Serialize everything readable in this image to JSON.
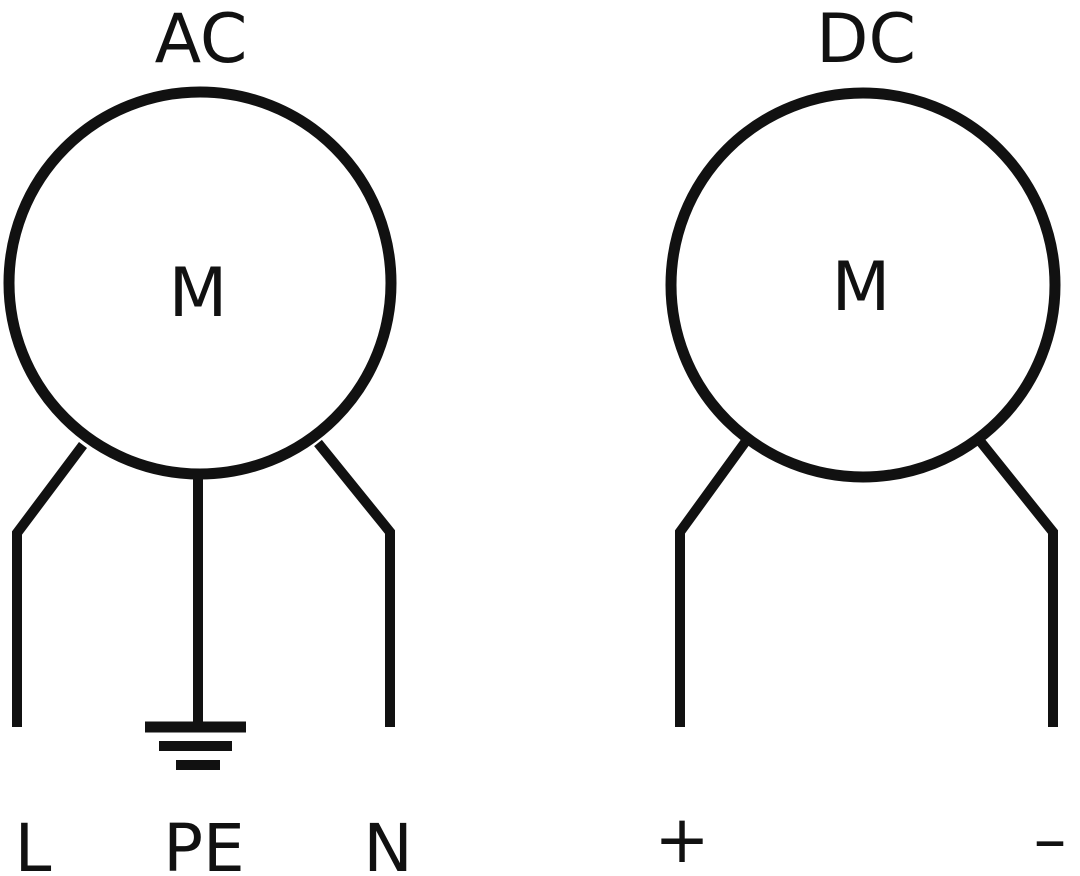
{
  "colors": {
    "stroke": "#111111",
    "background": "#ffffff"
  },
  "motors": [
    {
      "id": "ac",
      "title": "AC",
      "symbol": "M",
      "terminals": [
        "L",
        "PE",
        "N"
      ]
    },
    {
      "id": "dc",
      "title": "DC",
      "symbol": "M",
      "terminals": [
        "+",
        "–"
      ]
    }
  ],
  "icons": {
    "ground": "ground-symbol-icon"
  }
}
